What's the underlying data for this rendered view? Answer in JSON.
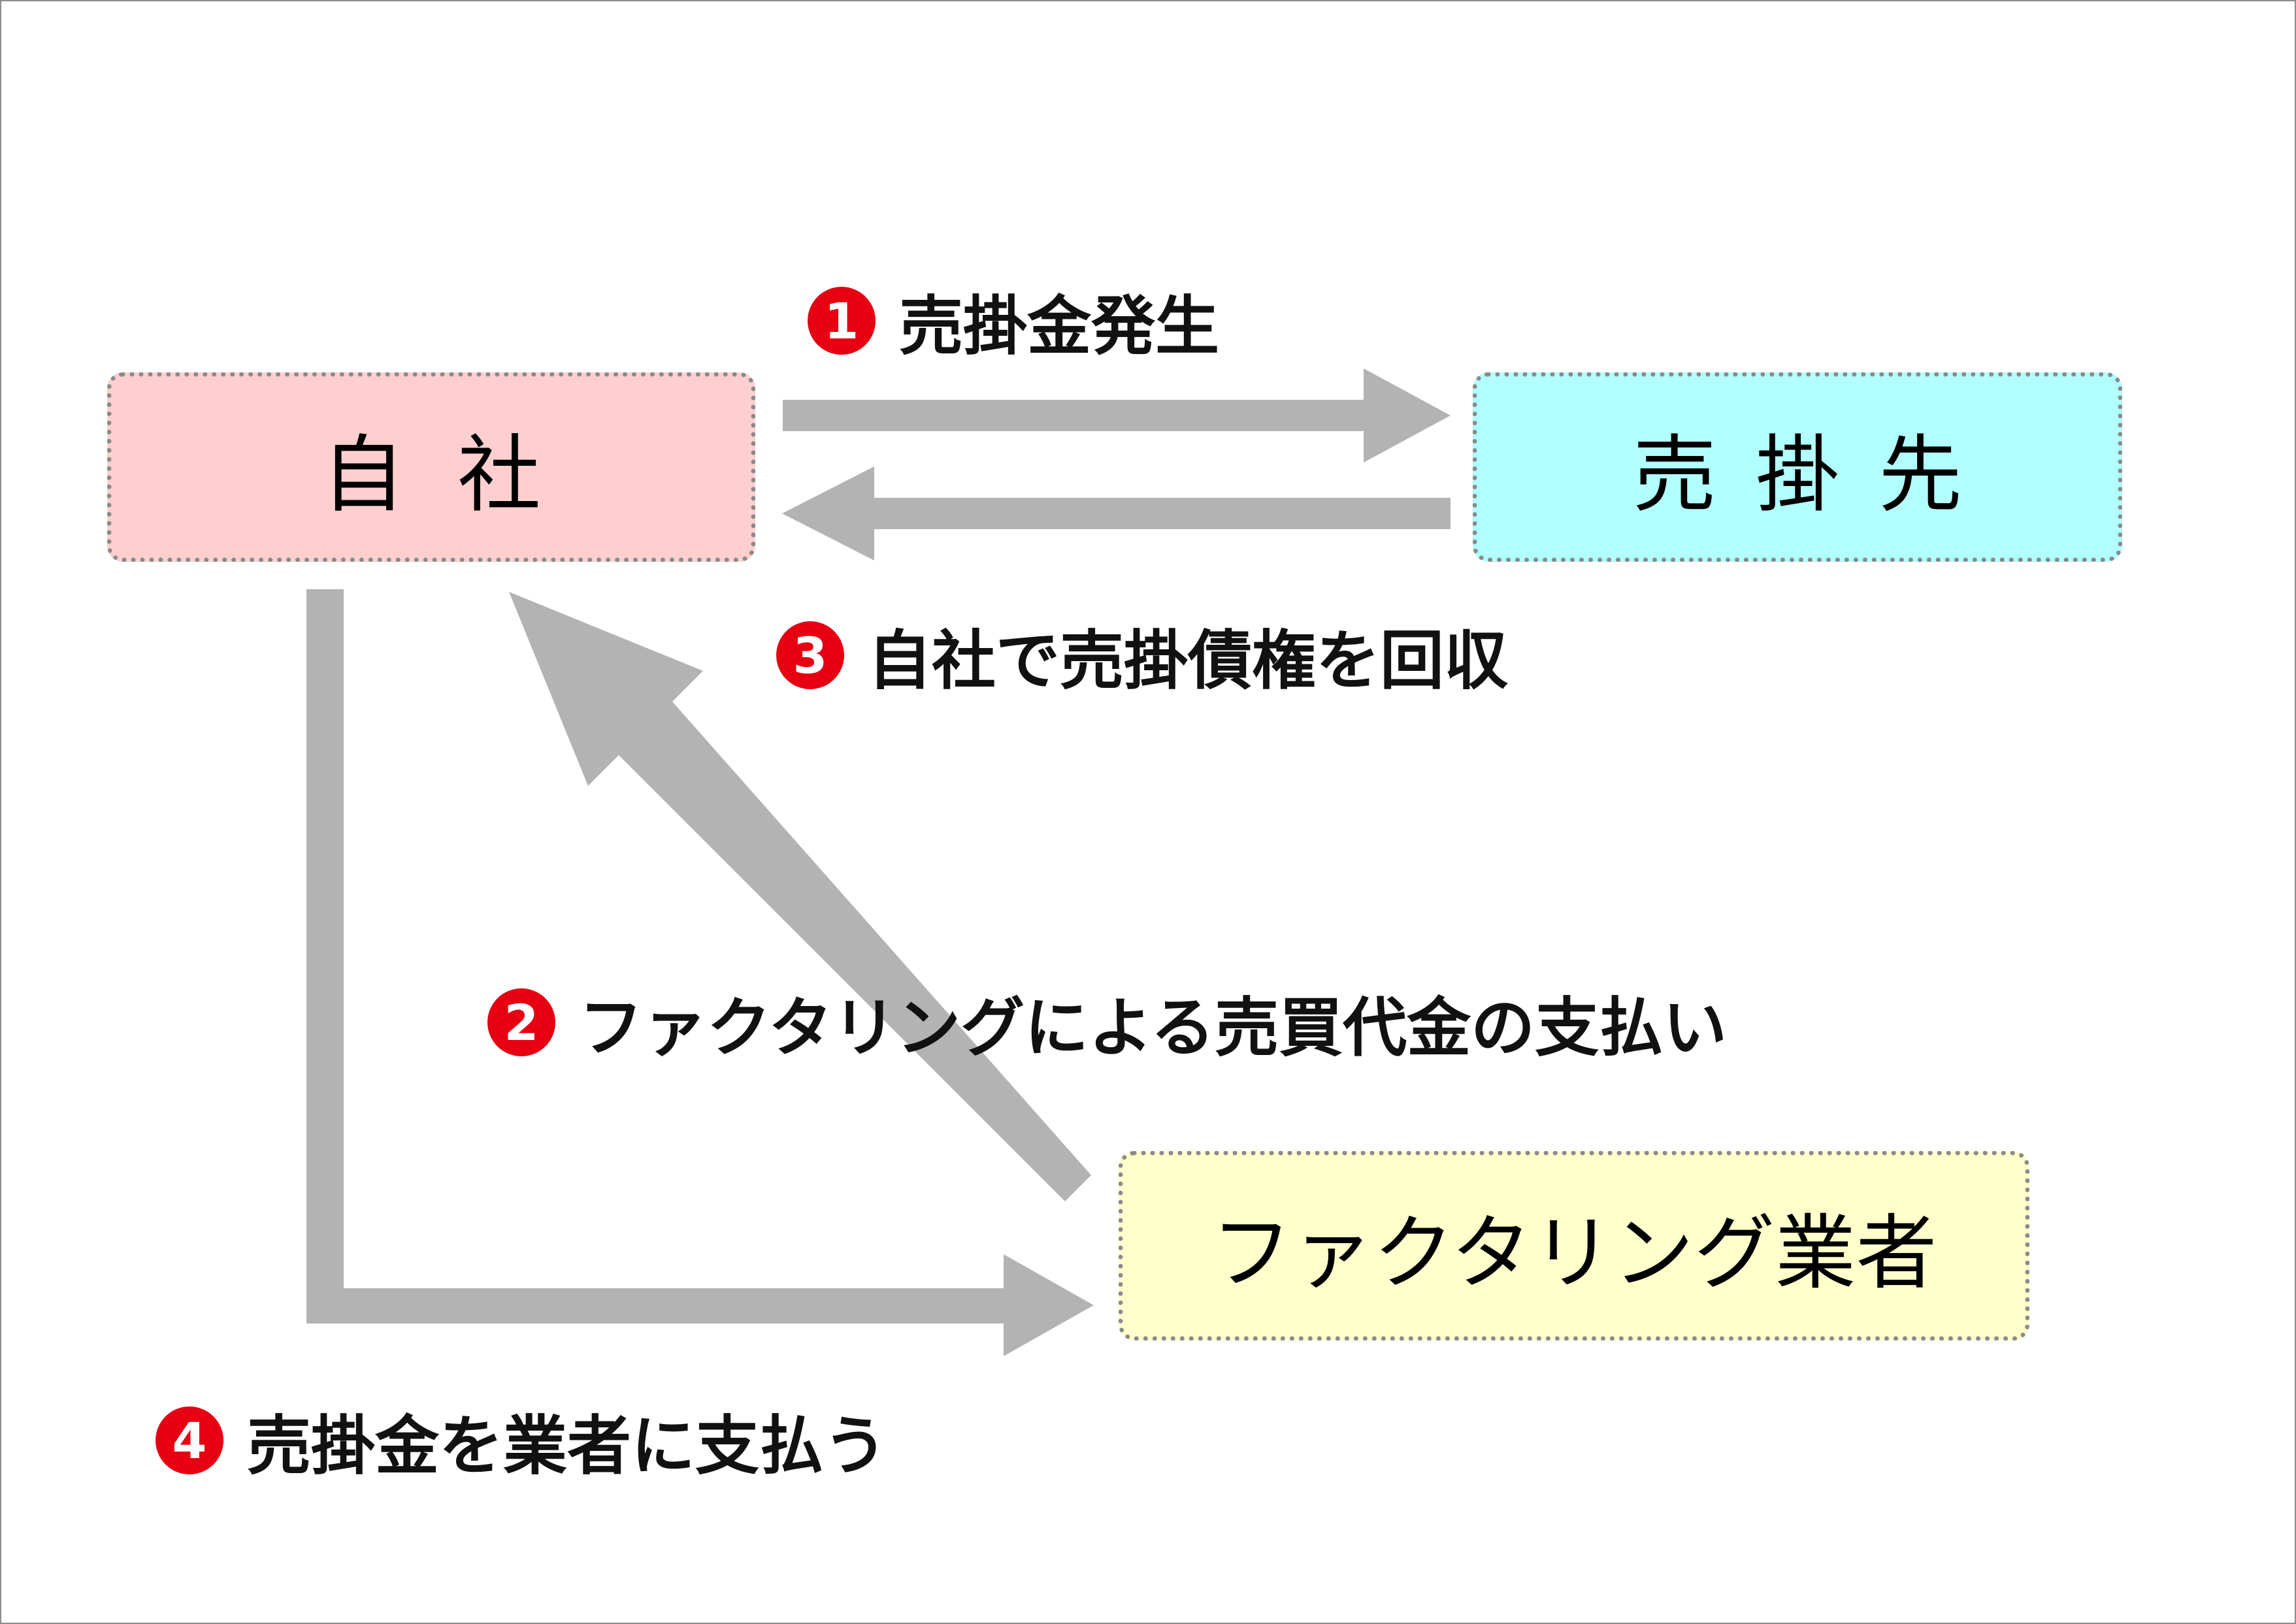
{
  "nodes": {
    "self": {
      "label": "自社",
      "color": "#ffcfcf"
    },
    "customer": {
      "label": "売掛先",
      "color": "#b2ffff"
    },
    "factor": {
      "label": "ファクタリング業者",
      "color": "#ffffcc"
    }
  },
  "steps": [
    {
      "num": "1",
      "text": "売掛金発生"
    },
    {
      "num": "2",
      "text": "ファクタリングによる売買代金の支払い"
    },
    {
      "num": "3",
      "text": "自社で売掛債権を回収"
    },
    {
      "num": "4",
      "text": "売掛金を業者に支払う"
    }
  ],
  "colors": {
    "arrow": "#b3b3b3",
    "badge": "#e60012",
    "box_border": "#8a8a8a"
  }
}
